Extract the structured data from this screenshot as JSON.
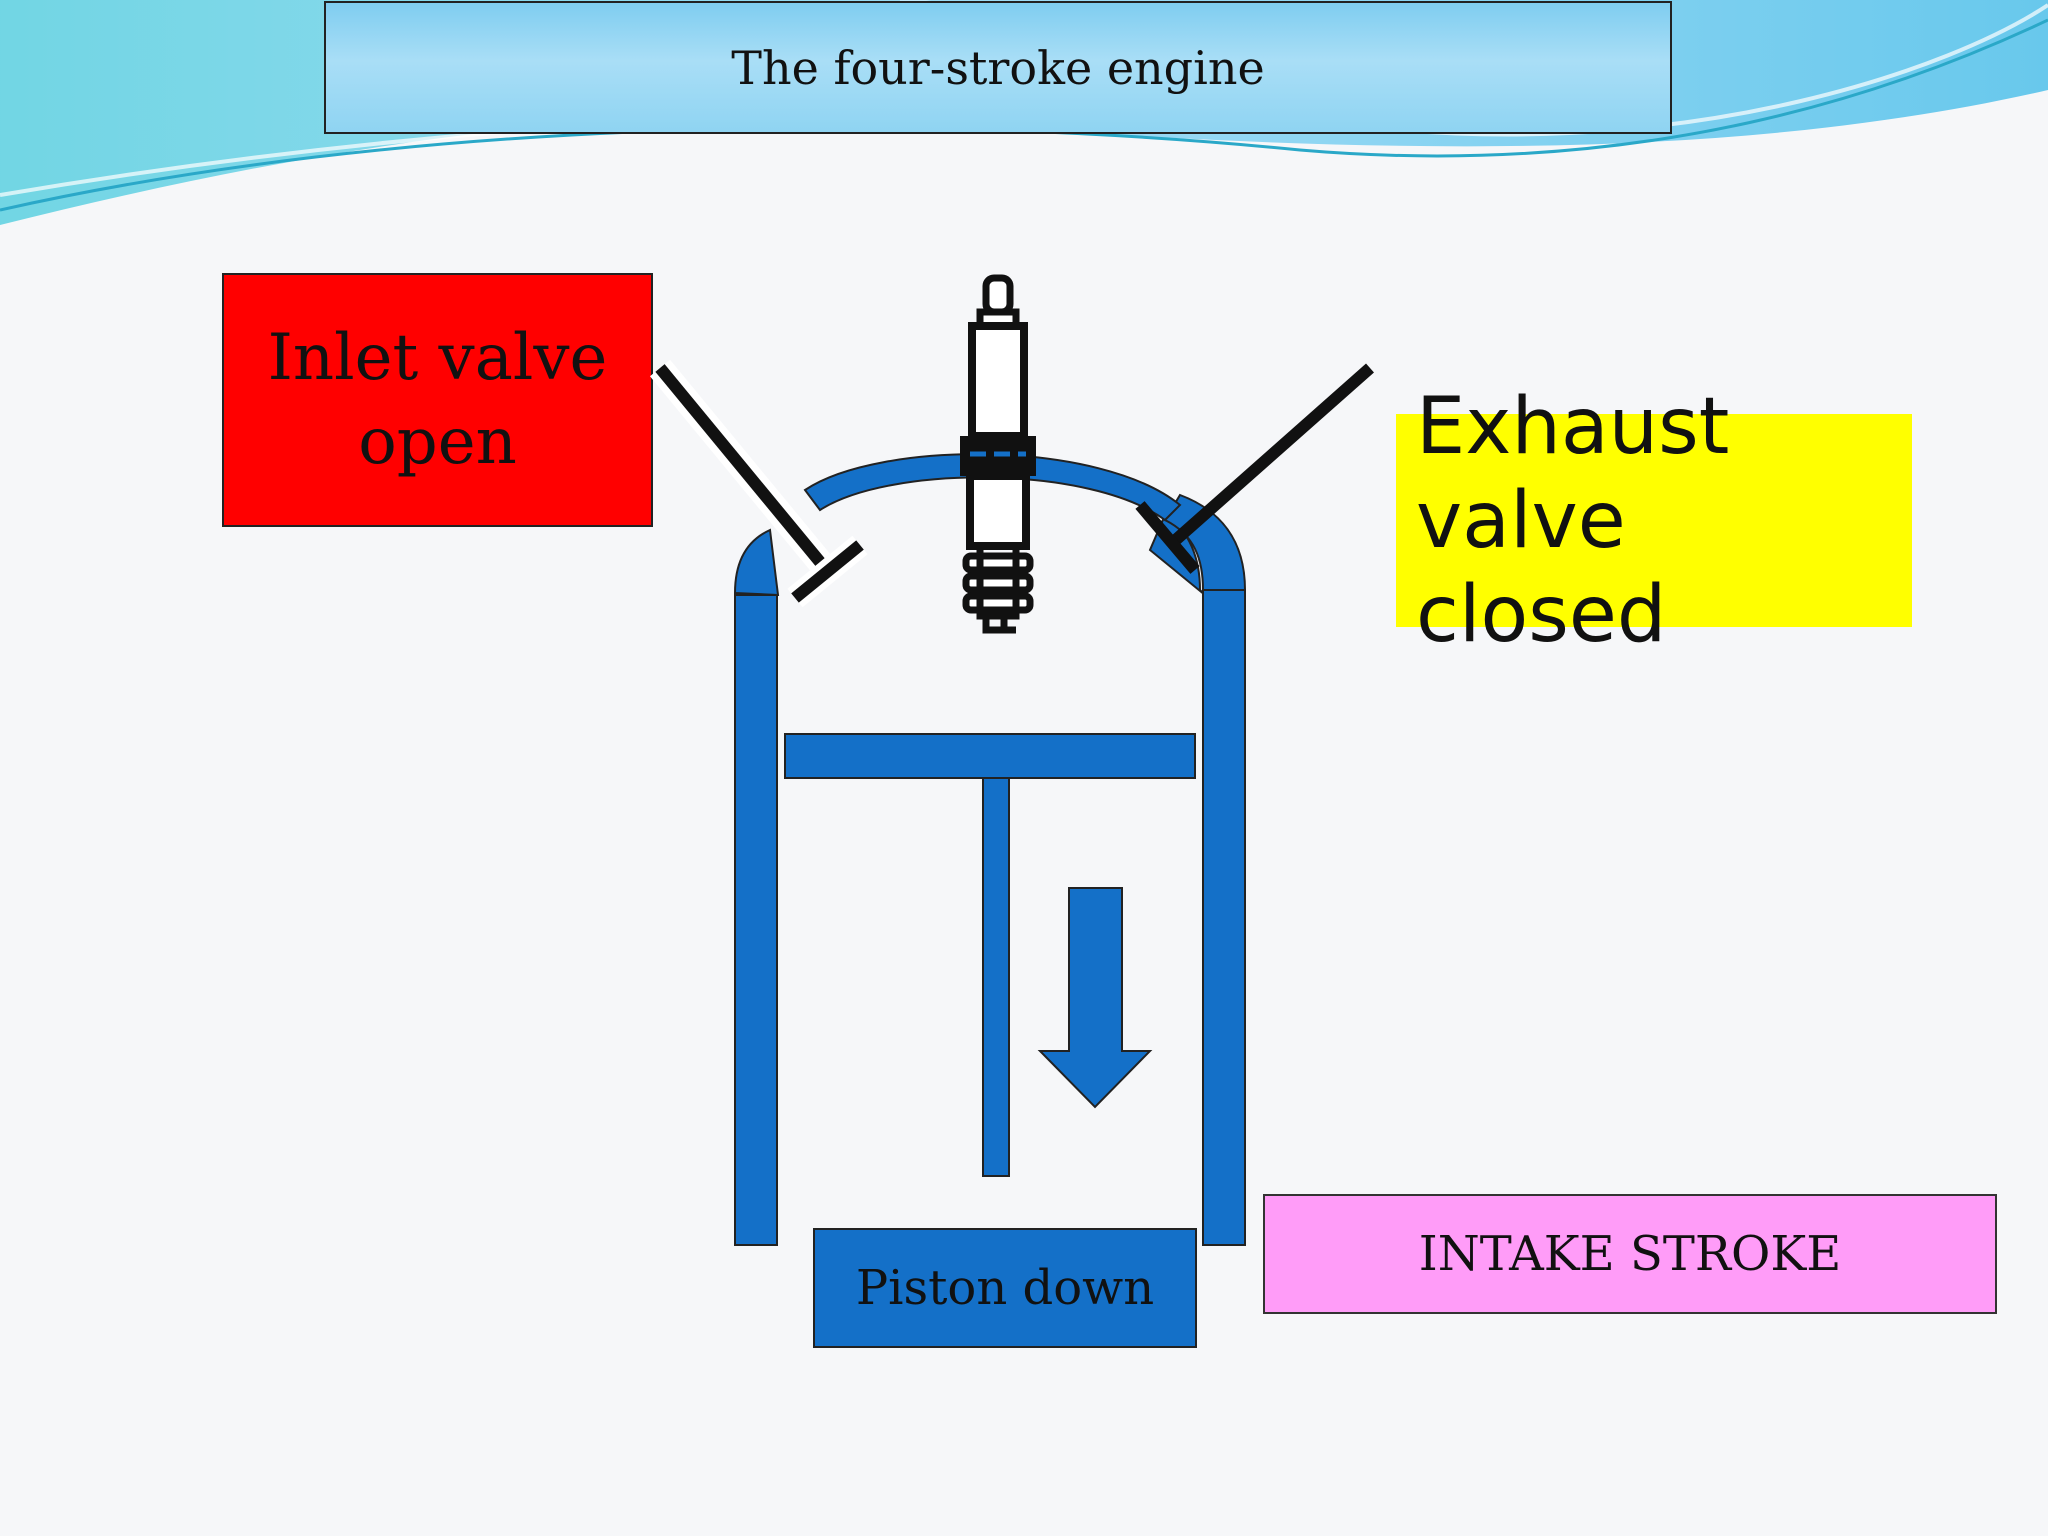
{
  "title": "The four-stroke engine",
  "labels": {
    "inlet": "Inlet valve open",
    "exhaust": "Exhaust valve closed",
    "stroke": "INTAKE STROKE",
    "piston": "Piston down"
  },
  "colors": {
    "cylinder": "#1470c8",
    "inlet_box": "#ff0000",
    "exhaust_box": "#ffff00",
    "stroke_box": "#ff9cf8",
    "title_box": "#8fd4f2"
  }
}
